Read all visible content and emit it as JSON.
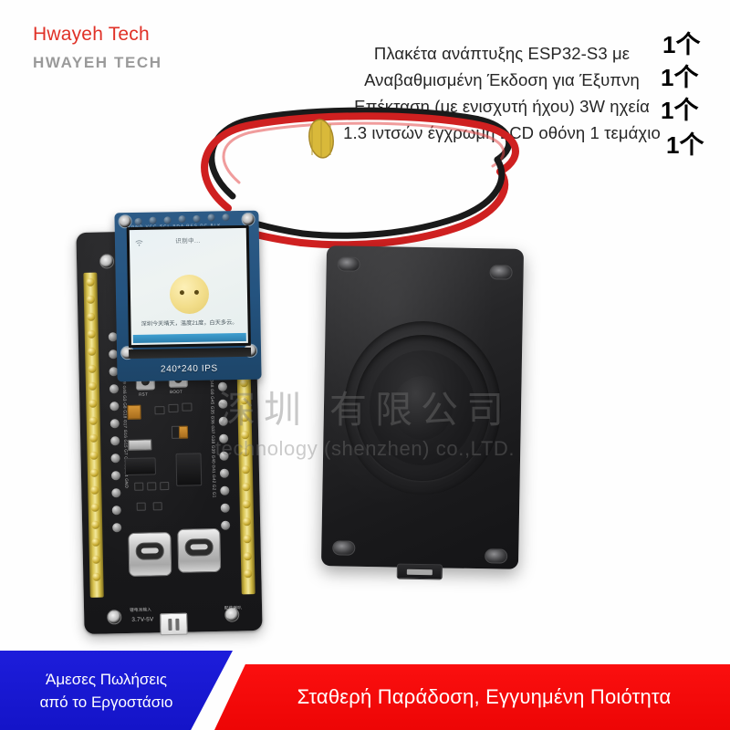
{
  "brand": {
    "primary": "Hwayeh Tech",
    "secondary": "HWAYEH TECH",
    "primary_color": "#e03127",
    "secondary_color": "#9a9a9a"
  },
  "product_title": {
    "lines": [
      "Πλακέτα ανάπτυξης ESP32-S3 με",
      "Αναβαθμισμένη Έκδοση για Έξυπνη",
      "Επέκταση (με ενισχυτή ήχου) 3W ηχεία",
      "1.3 ιντσών έγχρωμη LCD οθόνη 1 τεμάχιο"
    ],
    "full_text": "Πλακέτα ανάπτυξης ESP32-S3 με Αναβαθμισμένη Έκδοση για Έξυπνη Επέκταση (με ενισχυτή ήχου) 3W ηχεία 1.3 ιντσών έγχρωμη LCD οθόνη 1 τεμάχιο",
    "color": "#262626"
  },
  "quantity_markers": [
    {
      "count": "1",
      "unit": "个"
    },
    {
      "count": "1",
      "unit": "个"
    },
    {
      "count": "1",
      "unit": "个"
    },
    {
      "count": "1",
      "unit": "个"
    }
  ],
  "product_photo": {
    "board": {
      "name": "esp32-s3-development-board",
      "silkscreen": {
        "battery_label": "3.7V-5V",
        "battery_label_cn": "锂电池输入",
        "speaker_label_cn": "配件喇叭",
        "speaker_label_cn2": "引脚",
        "button_reset": "RST",
        "button_boot": "BOOT",
        "left_pins": [
          "3V3",
          "3V3",
          "G12",
          "G11",
          "G10",
          "G9",
          "G46",
          "G3",
          "G8",
          "G18",
          "G17",
          "G16",
          "G15",
          "G7",
          "G6",
          "G5",
          "G4",
          "GND"
        ],
        "right_pins": [
          "GND",
          "G14",
          "G13",
          "G21",
          "G47",
          "G48",
          "G0",
          "G45",
          "G35",
          "G36",
          "G37",
          "G38",
          "G39",
          "G40",
          "G41",
          "G42",
          "G2",
          "G1"
        ]
      }
    },
    "lcd": {
      "name": "lcd-display-module",
      "resolution_label": "240*240 IPS",
      "screen_status": "识别中...",
      "screen_text": "深圳今天晴天，温度21度，白天多云。",
      "header_pins": "GND VCC SCL SDA RES DC BLK"
    },
    "speaker": {
      "name": "3w-speaker",
      "wire_colors": [
        "#d41f1f",
        "#1a1a1a"
      ]
    },
    "watermark": {
      "chinese": "深圳 有限公司",
      "english": "technology (shenzhen) co.,LTD."
    }
  },
  "banners": {
    "left": {
      "lines": [
        "Άμεσες Πωλήσεις",
        "από το Εργοστάσιο"
      ],
      "background": "#1414c8",
      "text_color": "#ffffff"
    },
    "right": {
      "text": "Σταθερή Παράδοση, Εγγυημένη Ποιότητα",
      "background": "#ed0505",
      "text_color": "#ffffff"
    }
  }
}
